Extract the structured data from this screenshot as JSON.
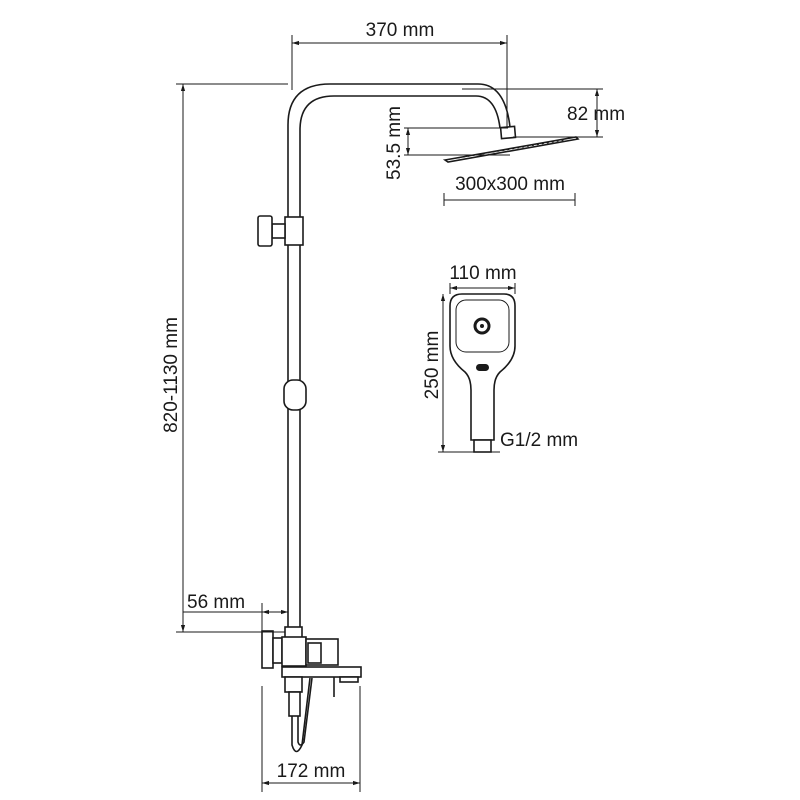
{
  "dimensions": {
    "arm_length": "370 mm",
    "head_drop": "82 mm",
    "head_height": "53.5 mm",
    "head_size": "300x300 mm",
    "hand_width": "110 mm",
    "hand_length": "250 mm",
    "hand_thread": "G1/2 mm",
    "total_height": "820-1130 mm",
    "wall_offset": "56 mm",
    "mixer_width": "172 mm"
  },
  "colors": {
    "line": "#1a1a1a",
    "background": "#ffffff"
  }
}
